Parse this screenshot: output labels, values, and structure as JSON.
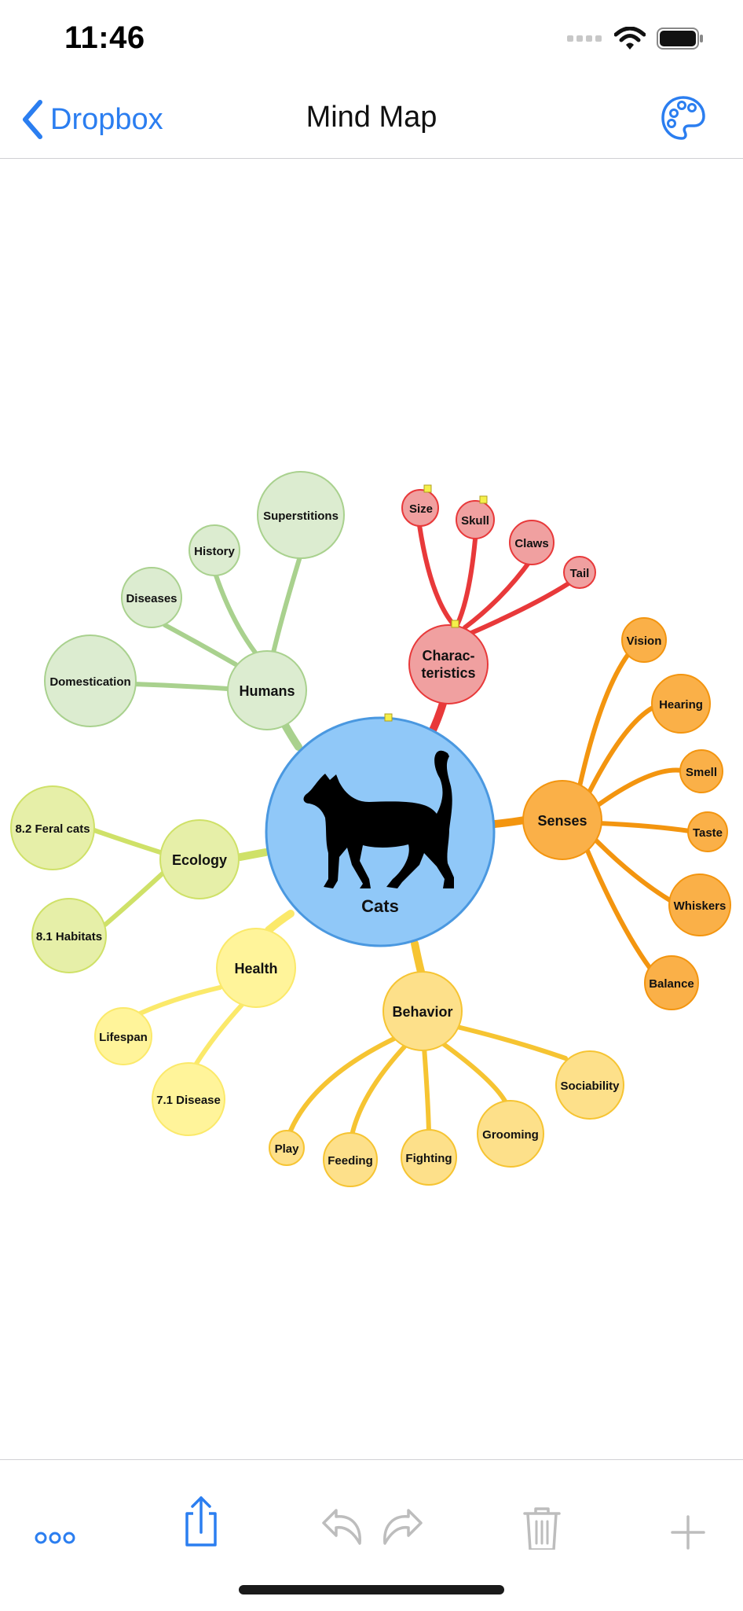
{
  "status_bar": {
    "time": "11:46"
  },
  "nav": {
    "back_label": "Dropbox",
    "title": "Mind Map"
  },
  "mindmap": {
    "root": "Cats",
    "branches": {
      "humans": {
        "label": "Humans",
        "children": [
          "Superstitions",
          "History",
          "Diseases",
          "Domestication"
        ]
      },
      "characteristics": {
        "label_line1": "Charac-",
        "label_line2": "teristics",
        "children": [
          "Size",
          "Skull",
          "Claws",
          "Tail"
        ]
      },
      "senses": {
        "label": "Senses",
        "children": [
          "Vision",
          "Hearing",
          "Smell",
          "Taste",
          "Whiskers",
          "Balance"
        ]
      },
      "behavior": {
        "label": "Behavior",
        "children": [
          "Sociability",
          "Grooming",
          "Fighting",
          "Feeding",
          "Play"
        ]
      },
      "health": {
        "label": "Health",
        "children": [
          "Lifespan",
          "7.1 Disease"
        ]
      },
      "ecology": {
        "label": "Ecology",
        "children": [
          "8.2 Feral cats",
          "8.1 Habitats"
        ]
      }
    }
  },
  "colors": {
    "accent_blue": "#2b7ef0",
    "root_fill": "#90c8f8",
    "humans": "#a9d18e",
    "characteristics": "#e8393a",
    "senses": "#f3950f",
    "behavior": "#f6c432",
    "health": "#fbe96a",
    "ecology": "#cfe168"
  },
  "icons": {
    "back": "chevron-left-icon",
    "palette": "palette-icon",
    "more": "ellipsis-icon",
    "share": "share-icon",
    "undo": "undo-icon",
    "redo": "redo-icon",
    "delete": "trash-icon",
    "add": "plus-icon"
  }
}
